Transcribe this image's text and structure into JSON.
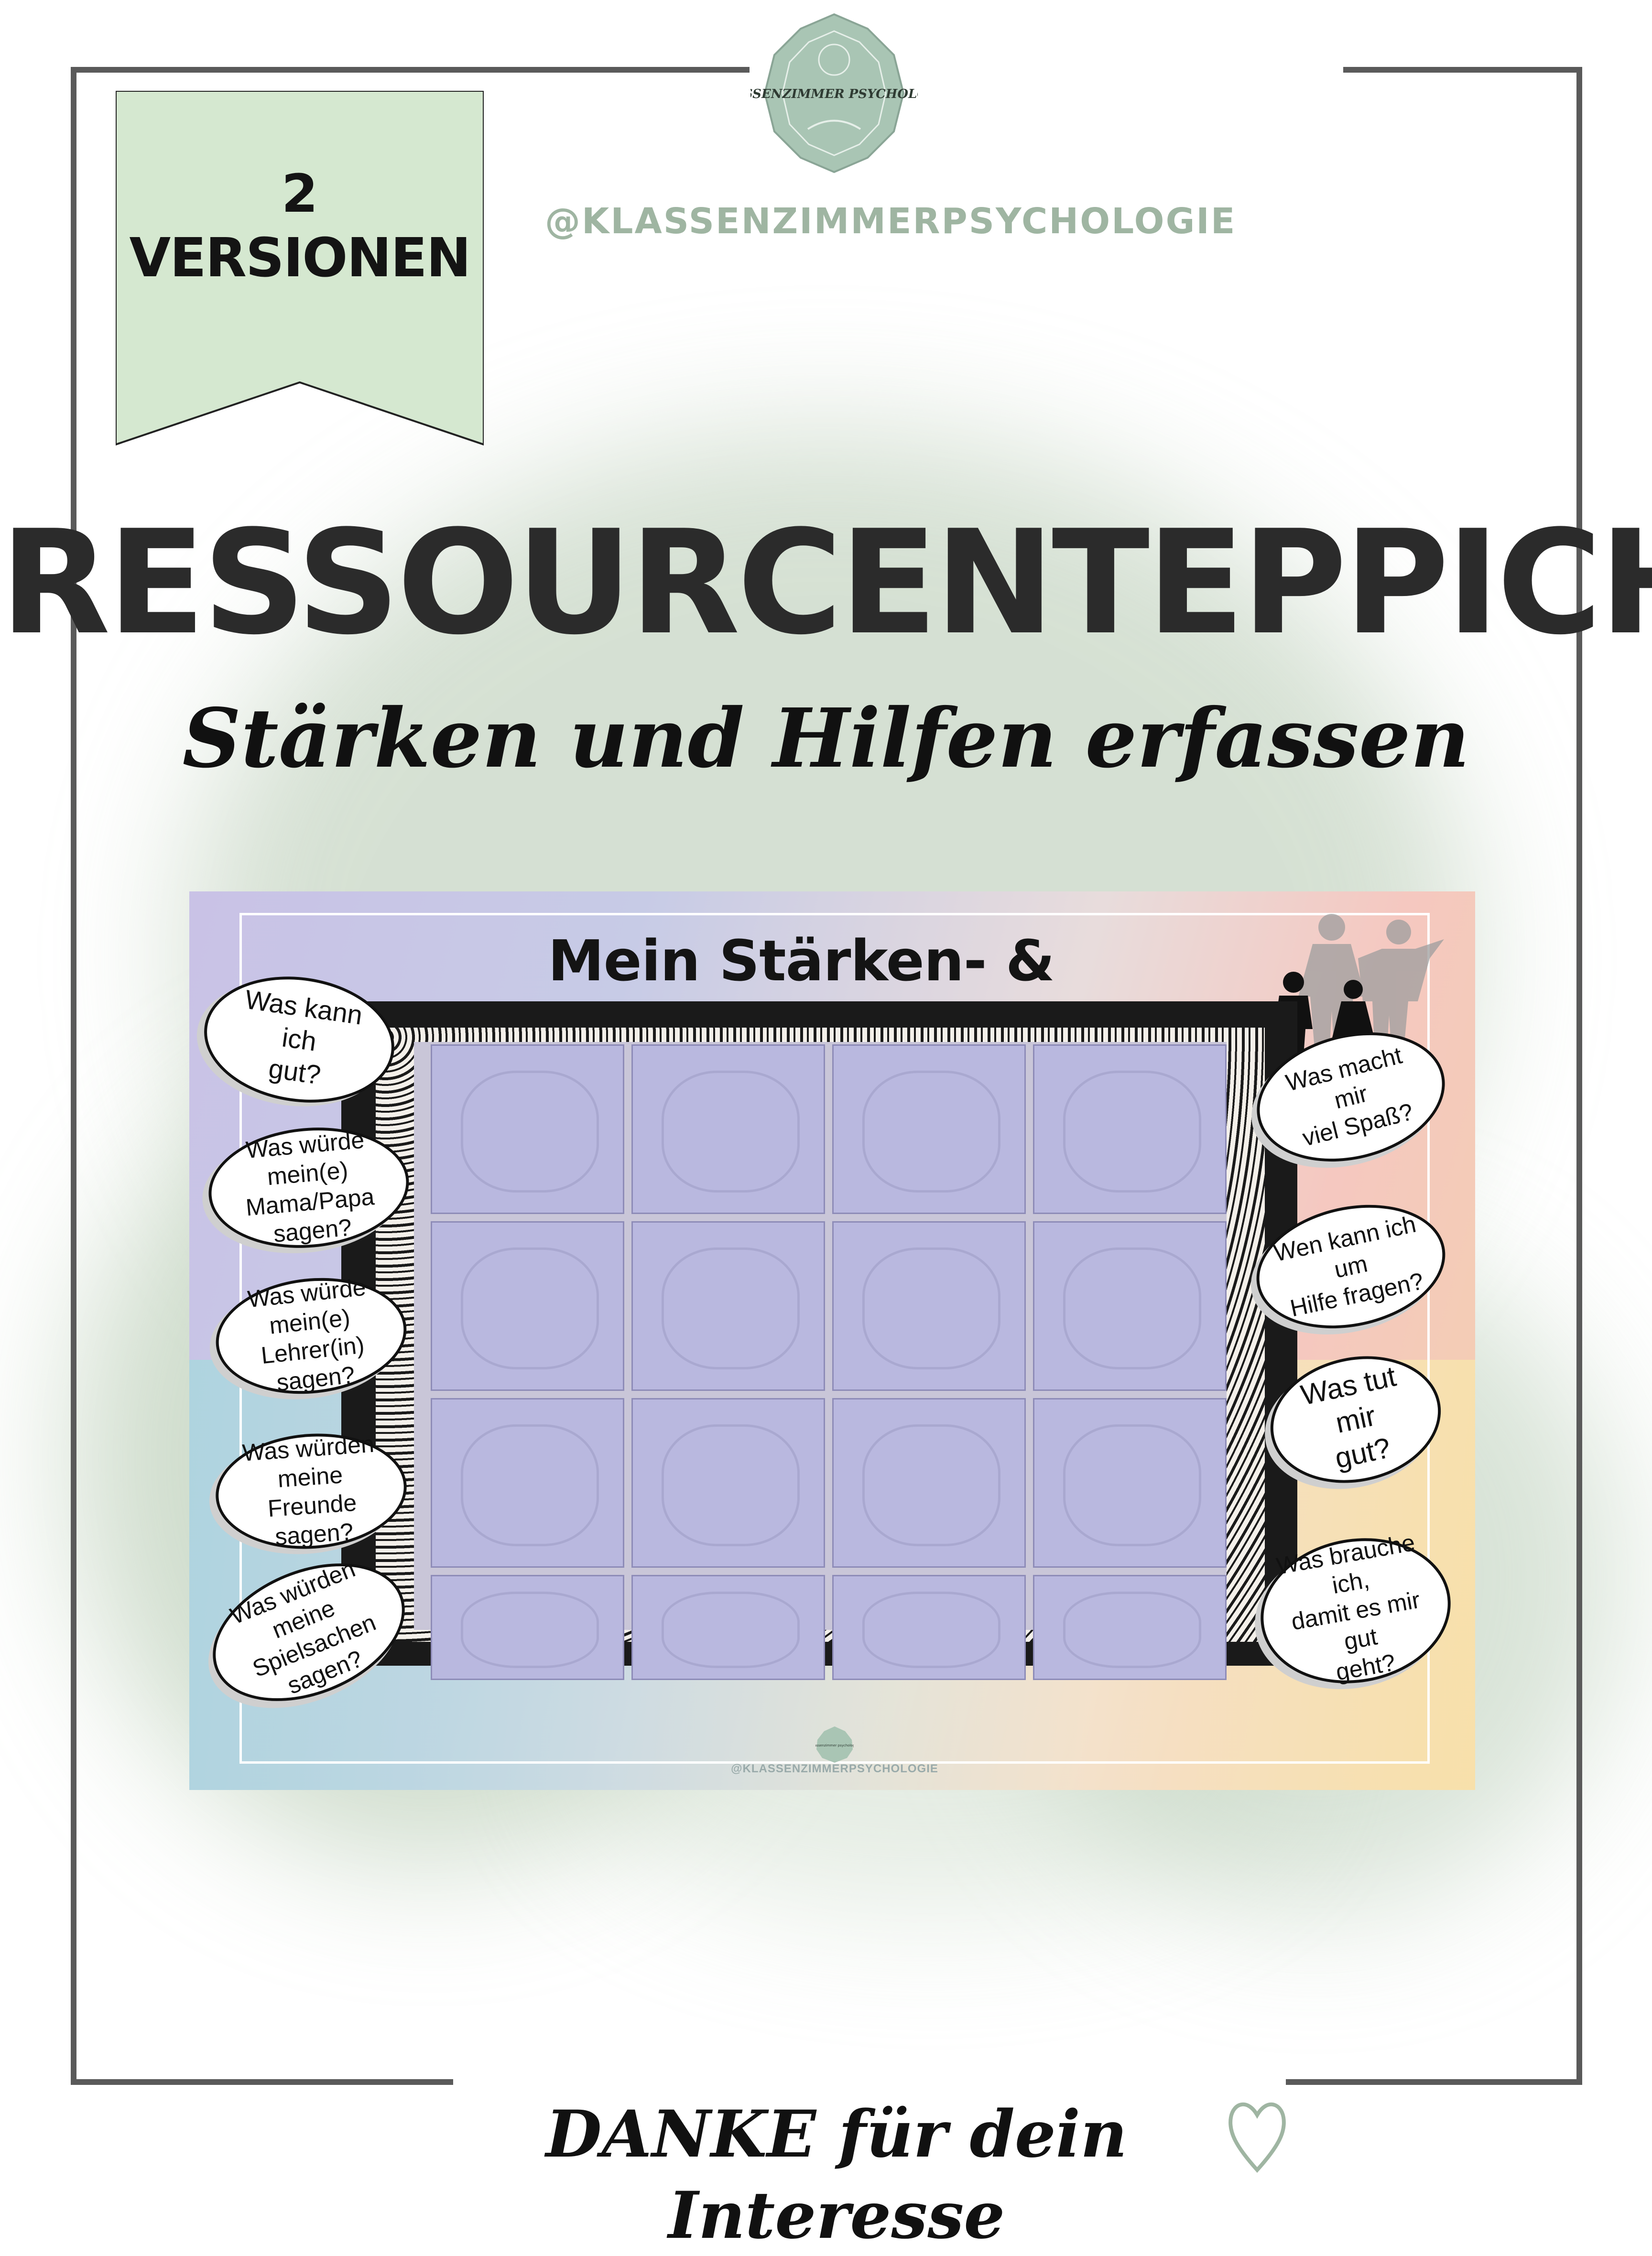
{
  "brand": {
    "logo_text": "KLASSENZIMMER PSYCHOLOGIE",
    "handle": "@KLASSENZIMMERPSYCHOLOGIE"
  },
  "banner": {
    "number": "2",
    "label": "VERSIONEN"
  },
  "title": "RESSOURCENTEPPICH",
  "subtitle": "Stärken und Hilfen erfassen",
  "preview": {
    "title": "Mein Stärken- & Hilfenteppich",
    "left_bubbles": [
      [
        "Was kann ich",
        "gut?"
      ],
      [
        "Was würde mein(e)",
        "Mama/Papa sagen?"
      ],
      [
        "Was würde mein(e)",
        "Lehrer(in) sagen?"
      ],
      [
        "Was würden meine",
        "Freunde sagen?"
      ],
      [
        "Was würden meine",
        "Spielsachen sagen?"
      ]
    ],
    "right_bubbles": [
      [
        "Was macht mir",
        "viel Spaß?"
      ],
      [
        "Wen kann ich um",
        "Hilfe fragen?"
      ],
      [
        "Was tut mir",
        "gut?"
      ],
      [
        "Was brauche ich,",
        "damit es mir gut",
        "geht?"
      ]
    ],
    "mini_logo_text": "klassenzimmer psychologie",
    "mini_handle": "@KLASSENZIMMERPSYCHOLOGIE",
    "grid": {
      "columns": 4,
      "rows": 4
    }
  },
  "footer": {
    "thanks": "DANKE für dein Interesse",
    "icon": "heart-icon"
  },
  "colors": {
    "frame": "#5a5a5a",
    "banner_fill": "#d5e8d0",
    "accent_green": "#9fb5a2",
    "cell_fill": "#b9b8df"
  }
}
